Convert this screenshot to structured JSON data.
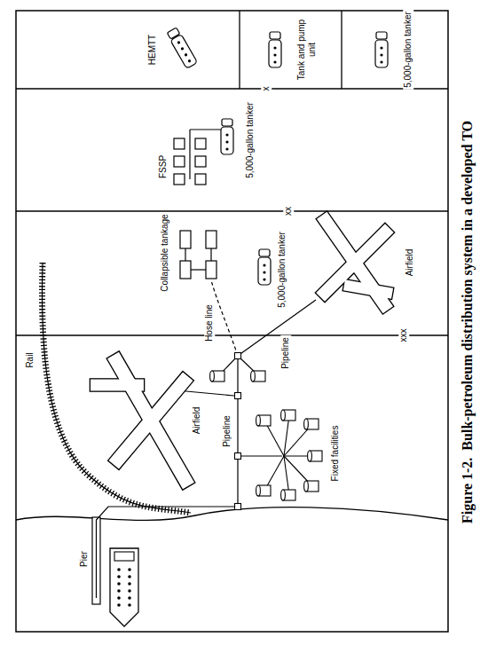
{
  "diagram": {
    "caption": "Figure 1-2.  Bulk-petroleum distribution system in a developed TO",
    "labels": [
      "Pier",
      "Rail",
      "Airfield",
      "Pipeline",
      "Fixed facilities",
      "Pipeline",
      "Hose line",
      "Collapsible tankage",
      "Airfield",
      "5,000-gallon tanker",
      "FSSP",
      "5,000-gallon tanker",
      "HEMTT",
      "Tank and pump unit",
      "5,000-gallon tanker",
      "xxx",
      "xx",
      "x"
    ]
  }
}
